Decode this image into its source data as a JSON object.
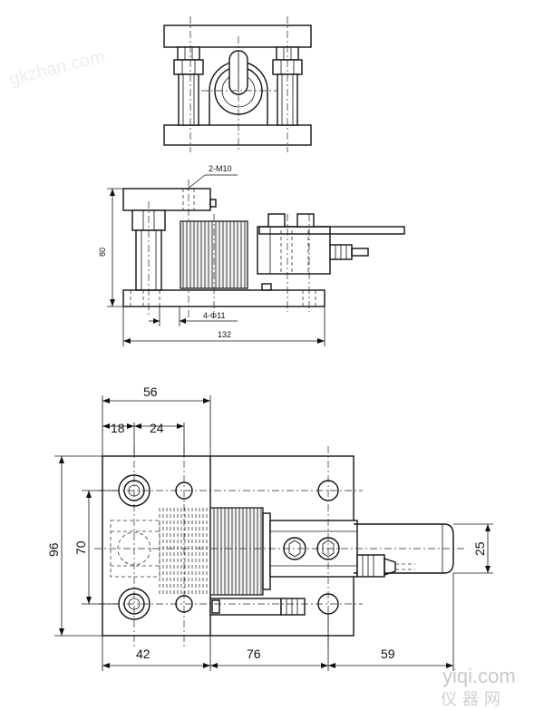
{
  "side_view": {
    "thread_label": "2-M10",
    "hole_label": "4-Φ11",
    "height_label": "80",
    "length_label": "132"
  },
  "plan_view": {
    "width_top_label": "56",
    "offset_a_label": "18",
    "offset_b_label": "24",
    "height_outer_label": "96",
    "height_inner_label": "70",
    "bottom_left_label": "42",
    "bottom_mid_label": "76",
    "bottom_right_label": "59",
    "tab_width_label": "25"
  },
  "watermarks": {
    "corner_latin": "yiqi.com",
    "corner_cjk": "仪器网",
    "side_faint": "gkzhan.com"
  }
}
